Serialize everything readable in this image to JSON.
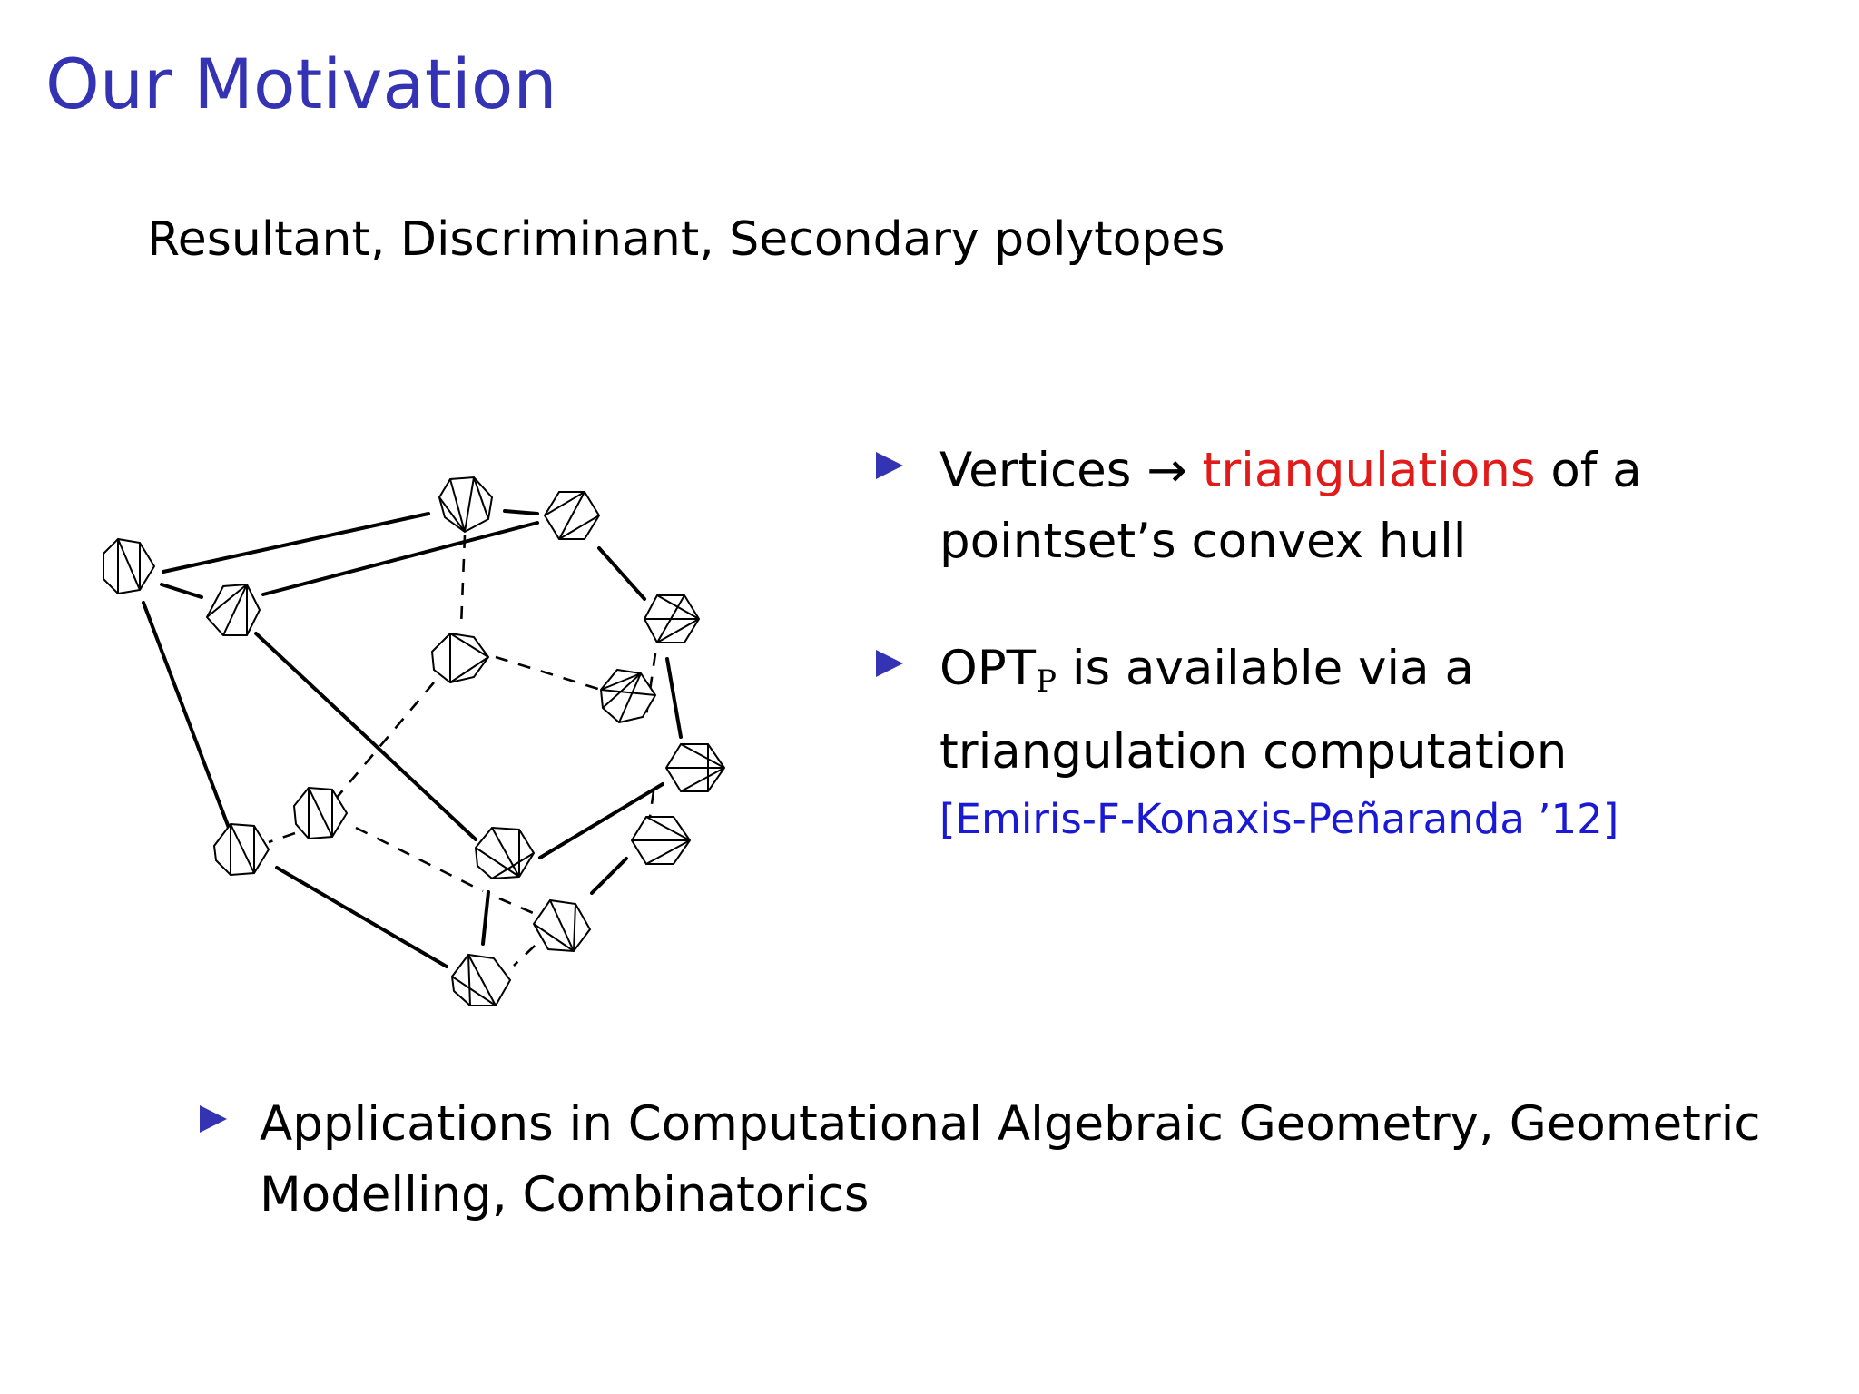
{
  "slide": {
    "title": "Our Motivation",
    "subtitle": "Resultant, Discriminant, Secondary polytopes",
    "bullet1": {
      "part1": "Vertices",
      "arrow": "→",
      "highlight": "triangulations",
      "part2": "of a",
      "line2": "pointset’s convex hull"
    },
    "bullet2": {
      "opt": "OPT",
      "opt_sub": "P",
      "part1": "is available via a",
      "line2": "triangulation computation",
      "citation": "[Emiris-F-Konaxis-Peñaranda ’12]"
    },
    "bullet3": {
      "line1": "Applications in Computational Algebraic Geometry, Geometric",
      "line2": "Modelling, Combinatorics"
    },
    "colors": {
      "title": "#3333b3",
      "highlight": "#e11a1a",
      "citation": "#1a1ad4",
      "marker": "#3333b3"
    },
    "figure_icon": "secondary-polytope-diagram"
  }
}
